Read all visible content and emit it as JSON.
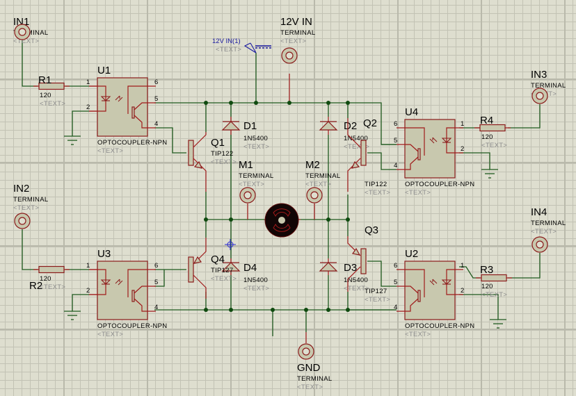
{
  "schematic": {
    "terminals": [
      {
        "id": "in1",
        "ref": "IN1",
        "type": "TERMINAL",
        "text": "<TEXT>"
      },
      {
        "id": "in2",
        "ref": "IN2",
        "type": "TERMINAL",
        "text": "<TEXT>"
      },
      {
        "id": "in3",
        "ref": "IN3",
        "type": "TERMINAL",
        "text": "<TEXT>"
      },
      {
        "id": "in4",
        "ref": "IN4",
        "type": "TERMINAL",
        "text": "<TEXT>"
      },
      {
        "id": "v12",
        "ref": "12V IN",
        "type": "TERMINAL",
        "text": "<TEXT>"
      },
      {
        "id": "m1",
        "ref": "M1",
        "type": "TERMINAL",
        "text": "<TEXT>"
      },
      {
        "id": "m2",
        "ref": "M2",
        "type": "TERMINAL",
        "text": "<TEXT>"
      },
      {
        "id": "gnd",
        "ref": "GND",
        "type": "TERMINAL",
        "text": "<TEXT>"
      }
    ],
    "resistors": [
      {
        "id": "r1",
        "ref": "R1",
        "value": "120",
        "text": "<TEXT>"
      },
      {
        "id": "r2",
        "ref": "R2",
        "value": "120",
        "text": "<TEXT>"
      },
      {
        "id": "r3",
        "ref": "R3",
        "value": "120",
        "text": "<TEXT>"
      },
      {
        "id": "r4",
        "ref": "R4",
        "value": "120",
        "text": "<TEXT>"
      }
    ],
    "optocouplers": [
      {
        "id": "u1",
        "ref": "U1",
        "value": "OPTOCOUPLER-NPN",
        "text": "<TEXT>",
        "pins": [
          "1",
          "2",
          "6",
          "5",
          "4"
        ]
      },
      {
        "id": "u2",
        "ref": "U2",
        "value": "OPTOCOUPLER-NPN",
        "text": "<TEXT>",
        "pins": [
          "1",
          "2",
          "6",
          "5",
          "4"
        ]
      },
      {
        "id": "u3",
        "ref": "U3",
        "value": "OPTOCOUPLER-NPN",
        "text": "<TEXT>",
        "pins": [
          "1",
          "2",
          "6",
          "5",
          "4"
        ]
      },
      {
        "id": "u4",
        "ref": "U4",
        "value": "OPTOCOUPLER-NPN",
        "text": "<TEXT>",
        "pins": [
          "1",
          "2",
          "6",
          "5",
          "4"
        ]
      }
    ],
    "transistors": [
      {
        "id": "q1",
        "ref": "Q1",
        "value": "TIP122",
        "text": "<TEXT>"
      },
      {
        "id": "q2",
        "ref": "Q2",
        "value": "TIP122",
        "text": "<TEXT>"
      },
      {
        "id": "q3",
        "ref": "Q3",
        "value": "TIP127",
        "text": "<TEXT>"
      },
      {
        "id": "q4",
        "ref": "Q4",
        "value": "TIP127",
        "text": "<TEXT>"
      }
    ],
    "diodes": [
      {
        "id": "d1",
        "ref": "D1",
        "value": "1N5400",
        "text": "<TEXT>"
      },
      {
        "id": "d2",
        "ref": "D2",
        "value": "1N5400",
        "text": "<TEXT>"
      },
      {
        "id": "d3",
        "ref": "D3",
        "value": "1N5400",
        "text": "<TEXT>"
      },
      {
        "id": "d4",
        "ref": "D4",
        "value": "1N5400",
        "text": "<TEXT>"
      }
    ],
    "power_label": {
      "label": "12V IN(1)",
      "text": "<TEXT>"
    },
    "motor": {
      "id": "motor"
    },
    "colors": {
      "background": "#dedecf",
      "wire": "#1f5a1f",
      "lead": "#a01a1a",
      "body": "#c8c8ae",
      "net_label": "#1a1aa0"
    }
  }
}
